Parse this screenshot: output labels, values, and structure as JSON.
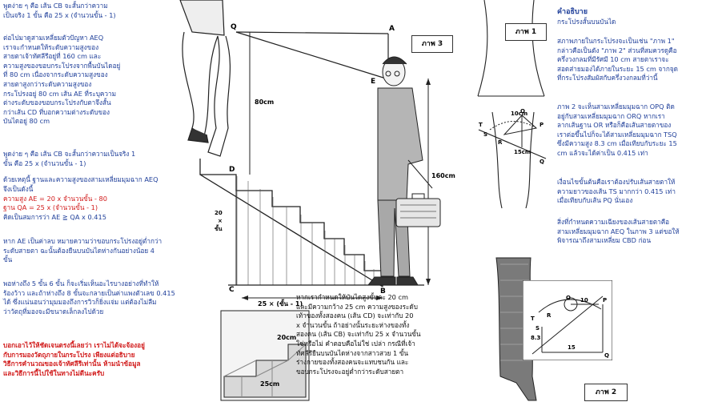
{
  "left": {
    "p1": "พูดง่าย ๆ คือ เส้น CB จะสั้นกว่าความ\nเป็นจริง 1 ขั้น คือ 25 x (จำนวนขั้น - 1)",
    "p2": "ต่อไปมาดูสามเหลี่ยมตัวปัญหา AEQ\nเราจะกำหนดให้ระดับความสูงของ\nสายตาเจ้าทัศลีรีอยู่ที่ 160 cm และ\nความสูงของขอบกระโปรงจากพื้นบันไดอยู่\nที่ 80 cm เนื่องจากระดับความสูงของ\nสายตาสูงกว่าระดับความสูงของ\nกระโปรงอยู่ 80 cm เส้น AE ที่ระบุความ\nต่างระดับของขอบกระโปรงกับตาจึงสั้น\nกว่าเส้น CD ที่บอกความต่างระดับของ\nบันไดอยู่ 80 cm",
    "p3": "พูดง่าย ๆ คือ เส้น CB จะสั้นกว่าความเป็นจริง 1\nขั้น คือ 25 x (จำนวนขั้น - 1)",
    "p4": "ด้วยเหตุนี้ ฐานและความสูงของสามเหลี่ยมมุมฉาก AEQ\nจึงเป็นดังนี้",
    "p5a": "ความสูง AE = 20 x จำนวนขั้น - 80",
    "p5b": "ฐาน QA = 25 x (จำนวนขั้น - 1)",
    "p6": "คิดเป็นสมการว่า AE ≧ QA x 0.415",
    "p7": "หาก AE เป็นค่าลบ หมายความว่าขอบกระโปรงอยู่ต่ำกว่า\nระดับสายตา ฉะนั้นต้องยืนบนบันไดห่างกันอย่างน้อย 4\nขั้น",
    "p8": "พอห่างถึง 5 ขั้น 6 ขั้น ก็จะเริ่มเห็นอะไรบางอย่างที่ทำให้\nร้องว้าว และถ้าห่างถึง 8 ขั้นจะกลายเป็นค่าแพงตัวเลข 0.415\nได้ ซึ่งแน่นอนว่ามุมมองถึงการวิวก็ยิ่งแจ่ม แต่ต้องไม่ลืม\nว่าวัตถุที่มองจะมีขนาดเล็กลงไปด้วย",
    "p9": "บอกเอาไว้ให้ชัดเจนตรงนี้เลยว่า เราไม่ได้จะจ้องอยู่\nกับการมองวัตถุภายในกระโปรง เพียงแต่อธิบาย\nวิธีการคำนวณของเจ้าทัศลีรีเท่านั้น ห้ามนำข้อมูล\nและวิธีการนี้ไปใช้ในทางไม่ดีนะครับ"
  },
  "middle": {
    "caption": "หากเรากำหนดให้บันไดสูงขั้นละ 20 cm\nและมีความกว้าง 25 cm ความสูงของระดับ\nเท้าของทั้งสองคน (เส้น CD) จะเท่ากับ 20\nx จำนวนขั้น ถ้าอย่างนั้นระยะห่างของทั้ง\nสองคน (เส้น CB) จะเท่ากับ 25 x จำนวนขั้น\nใช่หรือไม่ คำตอบคือไม่ใช่ เปล่า กรณีที่เจ้า\nทัศลีรียืนบนบันไดห่างจากสาวสวย 1 ขั้น\nร่างกายของทั้งสองคนจะแทบชนกัน และ\nขอบกระโปรงจะอยู่ต่ำกว่าระดับสายตา"
  },
  "right": {
    "heading": "คำอธิบาย",
    "sub": "กระโปรงสั้นบนบันได",
    "p1": "สภาพภายในกระโปรงจะเป็นเช่น \"ภาพ 1\"\nกล่าวคือเป็นดัง \"ภาพ 2\" ส่วนที่สมควรดูคือ\nครึ่งวงกลมที่มีรัศมี 10 cm สายตาเราจะ\nสอดส่ายมองได้ภายในระยะ 15 cm จากจุด\nที่กระโปรงสัมผัสกับครึ่งวงกลมที่ว่านี้",
    "p2": "ภาพ 2 จะเห็นสามเหลี่ยมมุมฉาก OPQ ติด\nอยู่กับสามเหลี่ยมมุมฉาก ORQ หากเรา\nลากเส้นฐาน OR หรือก็คือเส้นสายตาของ\nเราต่อขึ้นไปก็จะได้สามเหลี่ยมมุมฉาก TSQ\nซึ่งมีความสูง 8.3 cm เมื่อเทียบกับระยะ 15\ncm แล้วจะได้ค่าเป็น 0.415 เท่า",
    "p3": "เงื่อนไขขั้นต้นคือเราต้องปรับเส้นสายตาให้\nความยาวของเส้น TS มากกว่า 0.415 เท่า\nเมื่อเทียบกับเส้น PQ นั่นเอง",
    "p4": "สิ่งที่กำหนดความเฉียงของเส้นสายตาคือ\nสามเหลี่ยมมุมฉาก AEQ ในภาพ 3 แต่ขอให้\nพิจารณาถึงสามเหลี่ยม CBD ก่อน"
  },
  "figures": {
    "fig1": "ภาพ 1",
    "fig2": "ภาพ 2",
    "fig3": "ภาพ 3"
  },
  "diagram": {
    "Q": "Q",
    "A": "A",
    "E": "E",
    "C": "C",
    "B": "B",
    "D": "D",
    "h80": "80cm",
    "h160": "160cm",
    "h20": "20\n×\nขั้น",
    "base": "25 × (ขั้น - 1)",
    "w25": "25cm",
    "w20": "20cm"
  },
  "fig1labels": {
    "r10": "10cm",
    "O": "O",
    "P": "P",
    "R": "R",
    "Q": "Q",
    "S": "S",
    "T": "T",
    "r15": "15cm"
  },
  "fig2labels": {
    "O": "O",
    "r10": "10",
    "P": "P",
    "T": "T",
    "S": "S",
    "R": "R",
    "h83": "8.3",
    "r15": "15",
    "Q": "Q"
  }
}
